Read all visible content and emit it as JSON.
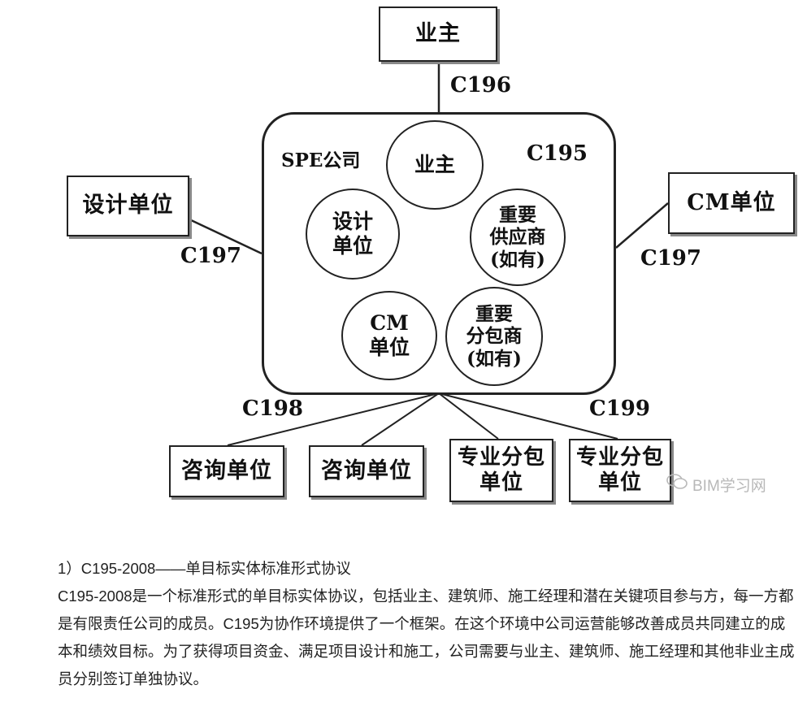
{
  "diagram": {
    "owner_top": "业主",
    "contract_owner": "C196",
    "spe_label": "SPE公司",
    "contract_spe": "C195",
    "design_left": "设计单位",
    "contract_left": "C197",
    "cm_right": "CM单位",
    "contract_right": "C197",
    "members": {
      "owner": "业主",
      "design": "设计\n单位",
      "supplier": "重要\n供应商\n(如有)",
      "cm": "CM\n单位",
      "subcontractor": "重要\n分包商\n(如有)"
    },
    "contract_bottom_left": "C198",
    "contract_bottom_right": "C199",
    "bottom_boxes": [
      "咨询单位",
      "咨询单位",
      "专业分包\n单位",
      "专业分包\n单位"
    ],
    "watermark": "BIM学习网"
  },
  "article": {
    "heading": "1）C195-2008——单目标实体标准形式协议",
    "body": "C195-2008是一个标准形式的单目标实体协议，包括业主、建筑师、施工经理和潜在关键项目参与方，每一方都是有限责任公司的成员。C195为协作环境提供了一个框架。在这个环境中公司运营能够改善成员共同建立的成本和绩效目标。为了获得项目资金、满足项目设计和施工，公司需要与业主、建筑师、施工经理和其他非业主成员分别签订单独协议。"
  },
  "colors": {
    "line": "#222222",
    "text": "#222222",
    "watermark": "#b8b8b8"
  }
}
